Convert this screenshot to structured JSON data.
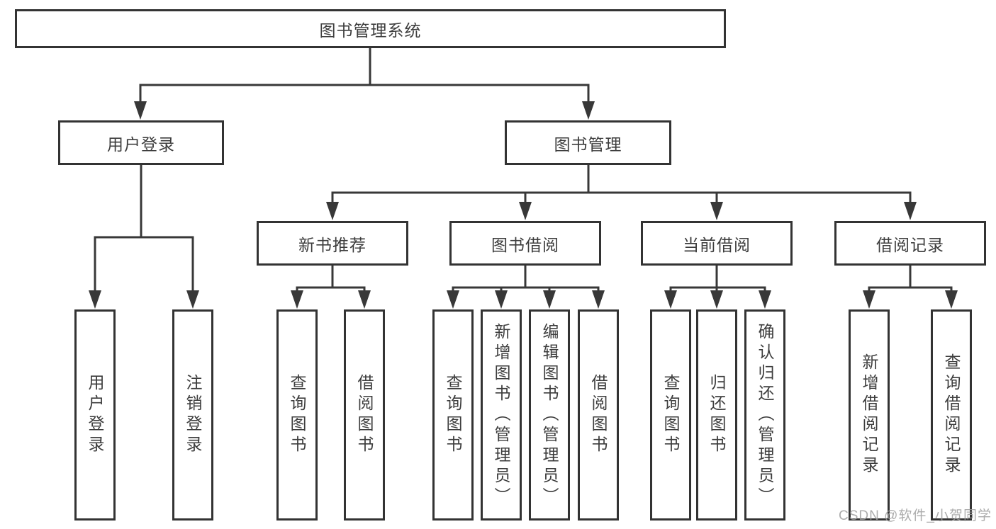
{
  "tree": {
    "root": {
      "label": "图书管理系统"
    },
    "children": [
      {
        "label": "用户登录",
        "children": [
          {
            "label": "用户登录"
          },
          {
            "label": "注销登录"
          }
        ]
      },
      {
        "label": "图书管理",
        "children": [
          {
            "label": "新书推荐",
            "children": [
              {
                "label": "查询图书"
              },
              {
                "label": "借阅图书"
              }
            ]
          },
          {
            "label": "图书借阅",
            "children": [
              {
                "label": "查询图书"
              },
              {
                "label": "新增图书（管理员）"
              },
              {
                "label": "编辑图书（管理员）"
              },
              {
                "label": "借阅图书"
              }
            ]
          },
          {
            "label": "当前借阅",
            "children": [
              {
                "label": "查询图书"
              },
              {
                "label": "归还图书"
              },
              {
                "label": "确认归还（管理员）"
              }
            ]
          },
          {
            "label": "借阅记录",
            "children": [
              {
                "label": "新增借阅记录"
              },
              {
                "label": "查询借阅记录"
              }
            ]
          }
        ]
      }
    ]
  },
  "watermark": "CSDN @软件_小贺同学",
  "colors": {
    "line": "#383838",
    "box_border": "#333333",
    "text": "#3d3d3d",
    "background": "#ffffff",
    "watermark": "#9e9e9e"
  }
}
